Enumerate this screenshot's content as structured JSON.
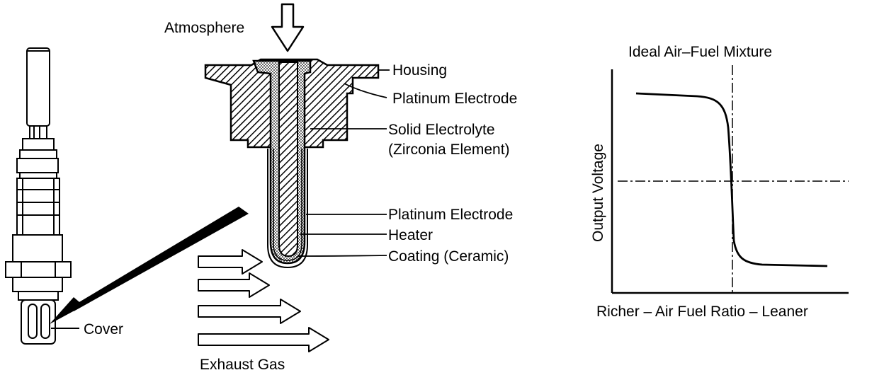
{
  "labels": {
    "atmosphere": "Atmosphere",
    "housing": "Housing",
    "platinum_electrode_outer": "Platinum Electrode",
    "solid_electrolyte": "Solid Electrolyte",
    "zirconia_element": "(Zirconia Element)",
    "platinum_electrode_inner": "Platinum Electrode",
    "heater": "Heater",
    "coating": "Coating (Ceramic)",
    "cover": "Cover",
    "exhaust_gas": "Exhaust Gas"
  },
  "graph": {
    "title": "Ideal Air–Fuel Mixture",
    "ylabel": "Output Voltage",
    "xlabel": "Richer – Air Fuel Ratio – Leaner"
  },
  "colors": {
    "ink": "#000000",
    "paper": "#ffffff"
  }
}
